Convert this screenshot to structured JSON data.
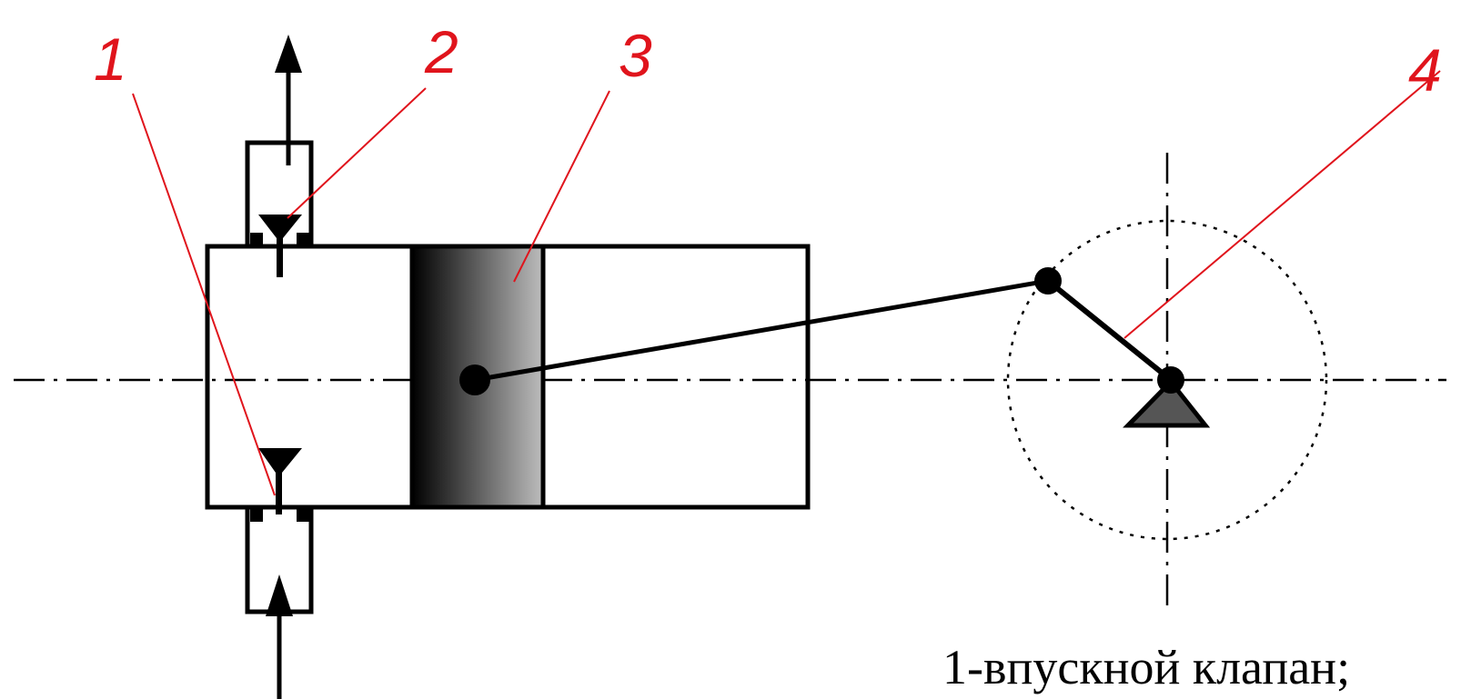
{
  "callouts": [
    {
      "id": "1",
      "label": "1"
    },
    {
      "id": "2",
      "label": "2"
    },
    {
      "id": "3",
      "label": "3"
    },
    {
      "id": "4",
      "label": "4"
    }
  ],
  "caption": "1-впускной клапан;",
  "colors": {
    "callout": "#e0141c",
    "lines": "#000000",
    "piston_dark": "#000000",
    "piston_light": "#bdbdbd",
    "support": "#555555"
  }
}
